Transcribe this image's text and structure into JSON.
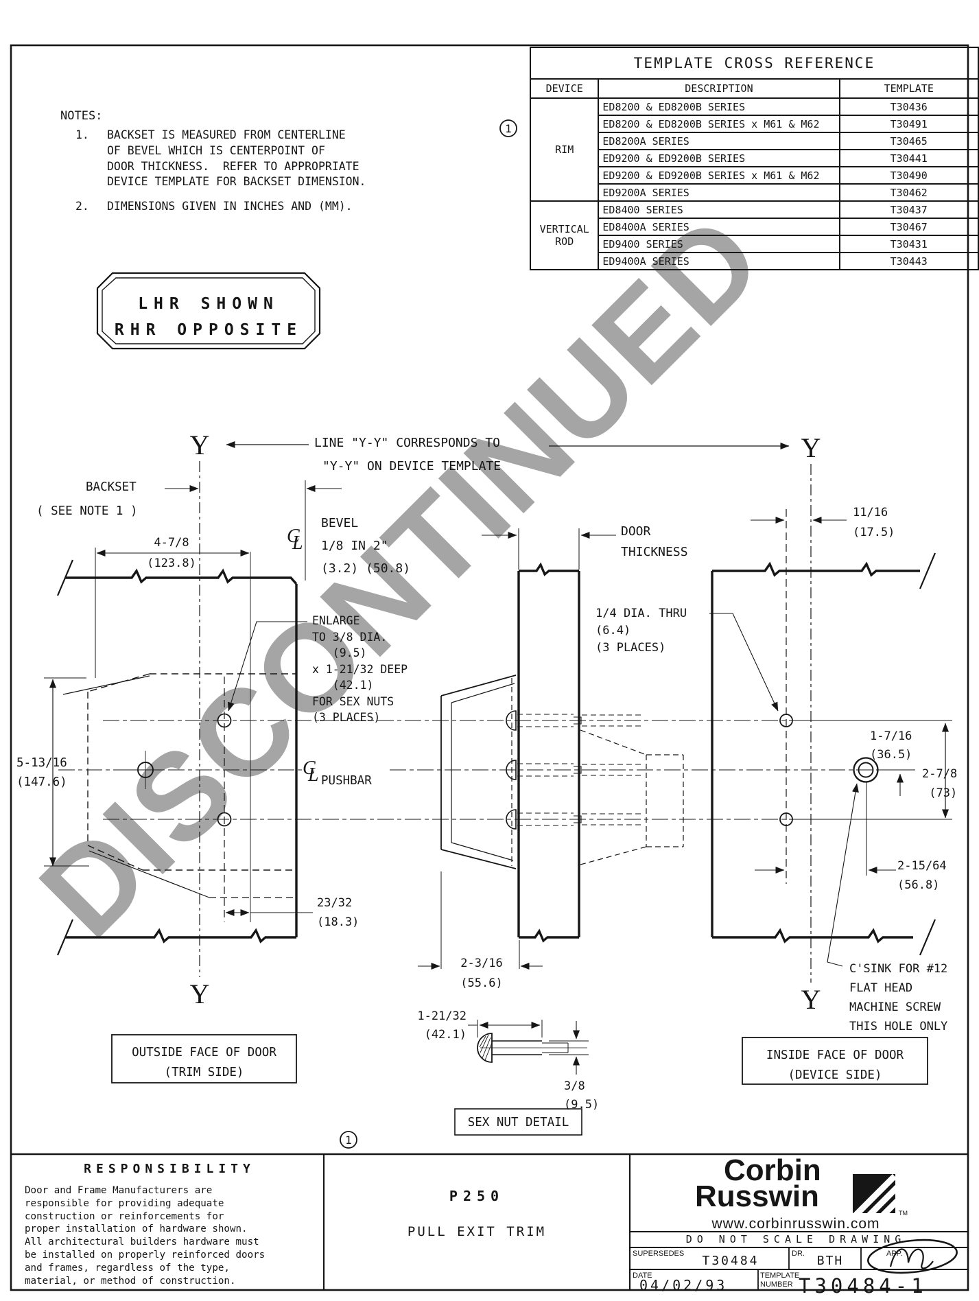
{
  "page": {
    "line_color": "#161616",
    "watermark_color": "#9e9e9e",
    "paper_color": "#ffffff"
  },
  "watermark": "DISCONTINUED",
  "notes": {
    "title": "NOTES:",
    "item1_no": "1.",
    "item1": "BACKSET IS MEASURED FROM CENTERLINE\nOF BEVEL WHICH IS CENTERPOINT OF\nDOOR THICKNESS.  REFER TO APPROPRIATE\nDEVICE TEMPLATE FOR BACKSET DIMENSION.",
    "item2_no": "2.",
    "item2": "DIMENSIONS GIVEN IN INCHES AND (MM)."
  },
  "handing": {
    "line1": "LHR SHOWN",
    "line2": "RHR OPPOSITE"
  },
  "markers": {
    "detail_1": "1"
  },
  "xref_table": {
    "title": "TEMPLATE CROSS REFERENCE",
    "headers": {
      "device": "DEVICE",
      "description": "DESCRIPTION",
      "template": "TEMPLATE"
    },
    "groups": [
      {
        "device": "RIM",
        "rows": [
          {
            "description": "ED8200 & ED8200B SERIES",
            "template": "T30436"
          },
          {
            "description": "ED8200 & ED8200B SERIES x M61 & M62",
            "template": "T30491"
          },
          {
            "description": "ED8200A SERIES",
            "template": "T30465"
          },
          {
            "description": "ED9200 & ED9200B SERIES",
            "template": "T30441"
          },
          {
            "description": "ED9200 & ED9200B SERIES x M61 & M62",
            "template": "T30490"
          },
          {
            "description": "ED9200A SERIES",
            "template": "T30462"
          }
        ]
      },
      {
        "device": "VERTICAL\nROD",
        "rows": [
          {
            "description": "ED8400 SERIES",
            "template": "T30437"
          },
          {
            "description": "ED8400A SERIES",
            "template": "T30467"
          },
          {
            "description": "ED9400 SERIES",
            "template": "T30431"
          },
          {
            "description": "ED9400A SERIES",
            "template": "T30443"
          }
        ]
      }
    ]
  },
  "drawing": {
    "line_yy_1": "LINE \"Y-Y\" CORRESPONDS TO",
    "line_yy_2": "\"Y-Y\" ON DEVICE TEMPLATE",
    "y": "Y",
    "cl_c": "C",
    "cl_l": "L",
    "backset_1": "BACKSET",
    "backset_2": "( SEE NOTE 1 )",
    "dim_4_7_8a": "4-7/8",
    "dim_4_7_8b": "(123.8)",
    "bevel": "BEVEL\n1/8 IN 2\"\n(3.2) (50.8)",
    "door_thickness": "DOOR\nTHICKNESS",
    "dim_11_16": "11/16\n(17.5)",
    "enlarge": "ENLARGE\nTO 3/8 DIA.\n   (9.5)\nx 1-21/32 DEEP\n   (42.1)\nFOR SEX NUTS\n(3 PLACES)",
    "quarter_dia": "1/4 DIA. THRU\n(6.4)\n(3 PLACES)",
    "dim_5_13_16": "5-13/16\n(147.6)",
    "pushbar": "PUSHBAR",
    "dim_23_32": "23/32\n(18.3)",
    "dim_2_3_16": "2-3/16\n(55.6)",
    "dim_1_7_16": "1-7/16\n(36.5)",
    "dim_2_7_8": "2-7/8\n (73)",
    "dim_2_15_64": "2-15/64\n(56.8)",
    "csink": "C'SINK FOR #12\nFLAT HEAD\nMACHINE SCREW\nTHIS HOLE ONLY"
  },
  "sex_nut": {
    "dim_1_21_32": "1-21/32\n(42.1)",
    "dim_3_8": "3/8\n(9.5)",
    "box_label": "SEX NUT DETAIL"
  },
  "face_labels": {
    "outside": "OUTSIDE FACE OF DOOR\n(TRIM SIDE)",
    "inside": "INSIDE FACE OF DOOR\n(DEVICE SIDE)"
  },
  "responsibility": {
    "title": "RESPONSIBILITY",
    "body": "Door and Frame Manufacturers are\nresponsible for providing adequate\nconstruction or reinforcements for\nproper installation of hardware shown.\nAll architectural builders hardware must\nbe installed on properly reinforced doors\nand frames, regardless of the type,\nmaterial, or method of construction."
  },
  "center_panel": {
    "model": "P250",
    "product": "PULL EXIT TRIM"
  },
  "title_block": {
    "brand1": "Corbin",
    "brand2": "Russwin",
    "tm": "TM",
    "website": "www.corbinrusswin.com",
    "do_not_scale": "DO NOT SCALE DRAWING",
    "supersedes_label": "SUPERSEDES",
    "supersedes_value": "T30484",
    "dr_label": "DR.",
    "dr_value": "BTH",
    "app_label": "APP.",
    "date_label": "DATE",
    "date_value": "04/02/93",
    "template_label": "TEMPLATE\nNUMBER",
    "template_number": "T30484-1"
  }
}
